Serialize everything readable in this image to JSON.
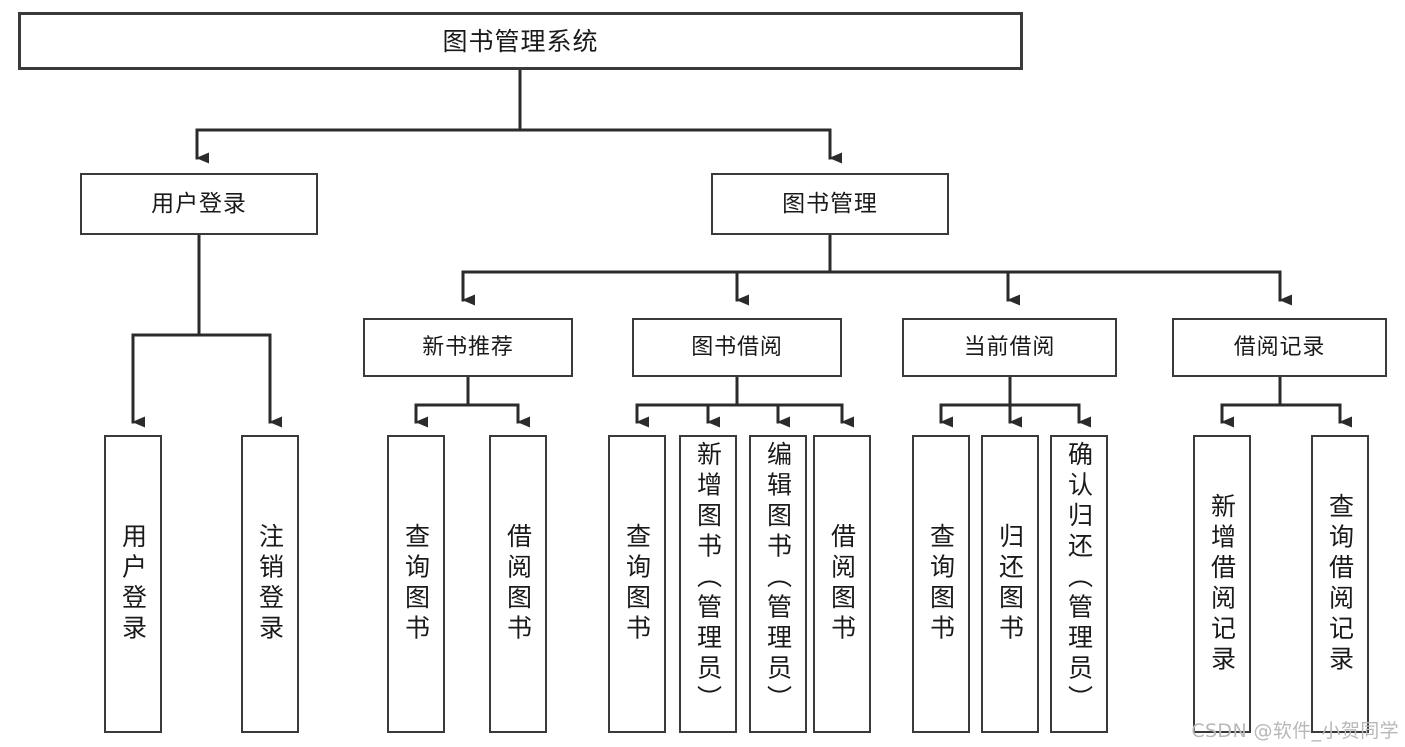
{
  "diagram": {
    "title": "图书管理系统",
    "type": "tree-hierarchy-chart",
    "colors": {
      "box_border": "#3a3a3a",
      "box_fill": "#ffffff",
      "connector": "#2b2b2b",
      "text": "#1a1a1a",
      "watermark": "#b8b8b8"
    }
  },
  "nodes": {
    "root": {
      "label": "图书管理系统"
    },
    "level1": [
      {
        "label": "用户登录"
      },
      {
        "label": "图书管理"
      }
    ],
    "level2": [
      {
        "label": "新书推荐"
      },
      {
        "label": "图书借阅"
      },
      {
        "label": "当前借阅"
      },
      {
        "label": "借阅记录"
      }
    ],
    "leaves": {
      "user_login": [
        {
          "label": "用户登录"
        },
        {
          "label": "注销登录"
        }
      ],
      "new_book_recommend": [
        {
          "label": "查询图书"
        },
        {
          "label": "借阅图书"
        }
      ],
      "book_borrow": [
        {
          "label": "查询图书"
        },
        {
          "label": "新增图书（管理员）"
        },
        {
          "label": "编辑图书（管理员）"
        },
        {
          "label": "借阅图书"
        }
      ],
      "current_borrow": [
        {
          "label": "查询图书"
        },
        {
          "label": "归还图书"
        },
        {
          "label": "确认归还（管理员）"
        }
      ],
      "borrow_record": [
        {
          "label": "新增借阅记录"
        },
        {
          "label": "查询借阅记录"
        }
      ]
    }
  },
  "watermark": {
    "text": "CSDN @软件_小贺同学"
  }
}
